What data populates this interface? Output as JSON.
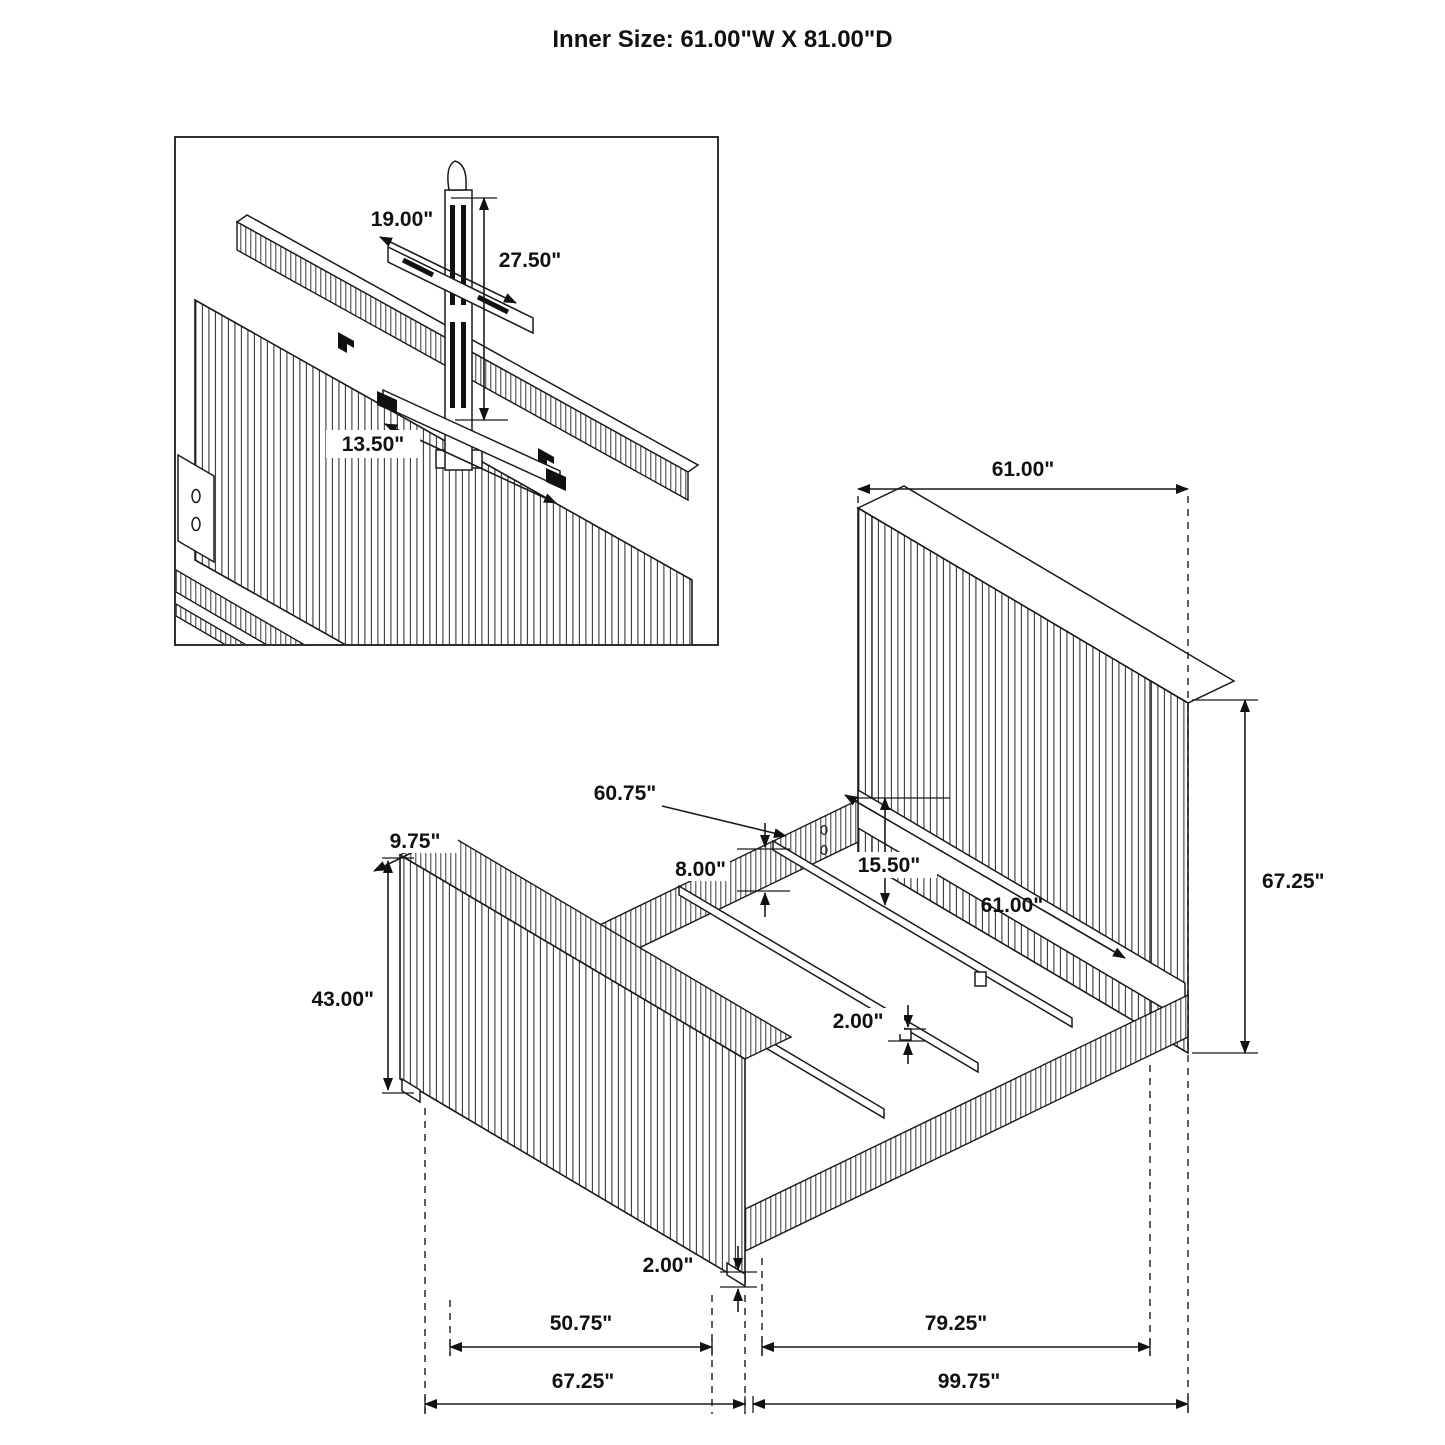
{
  "title": "Inner Size: 61.00\"W X 81.00\"D",
  "inset": {
    "bracket_width": "19.00\"",
    "bracket_height": "27.50\"",
    "bar_length": "13.50\""
  },
  "main": {
    "headboard_width": "61.00\"",
    "headboard_height": "67.25\"",
    "rail_length": "60.75\"",
    "footboard_thickness": "9.75\"",
    "headboard_drop": "15.50\"",
    "inner_width": "61.00\"",
    "rail_height": "8.00\"",
    "center_leg_height": "2.00\"",
    "footboard_height": "43.00\"",
    "foot_leg_height": "2.00\"",
    "footboard_span": "50.75\"",
    "frame_span": "79.25\"",
    "footboard_outer": "67.25\"",
    "frame_outer": "99.75\""
  }
}
